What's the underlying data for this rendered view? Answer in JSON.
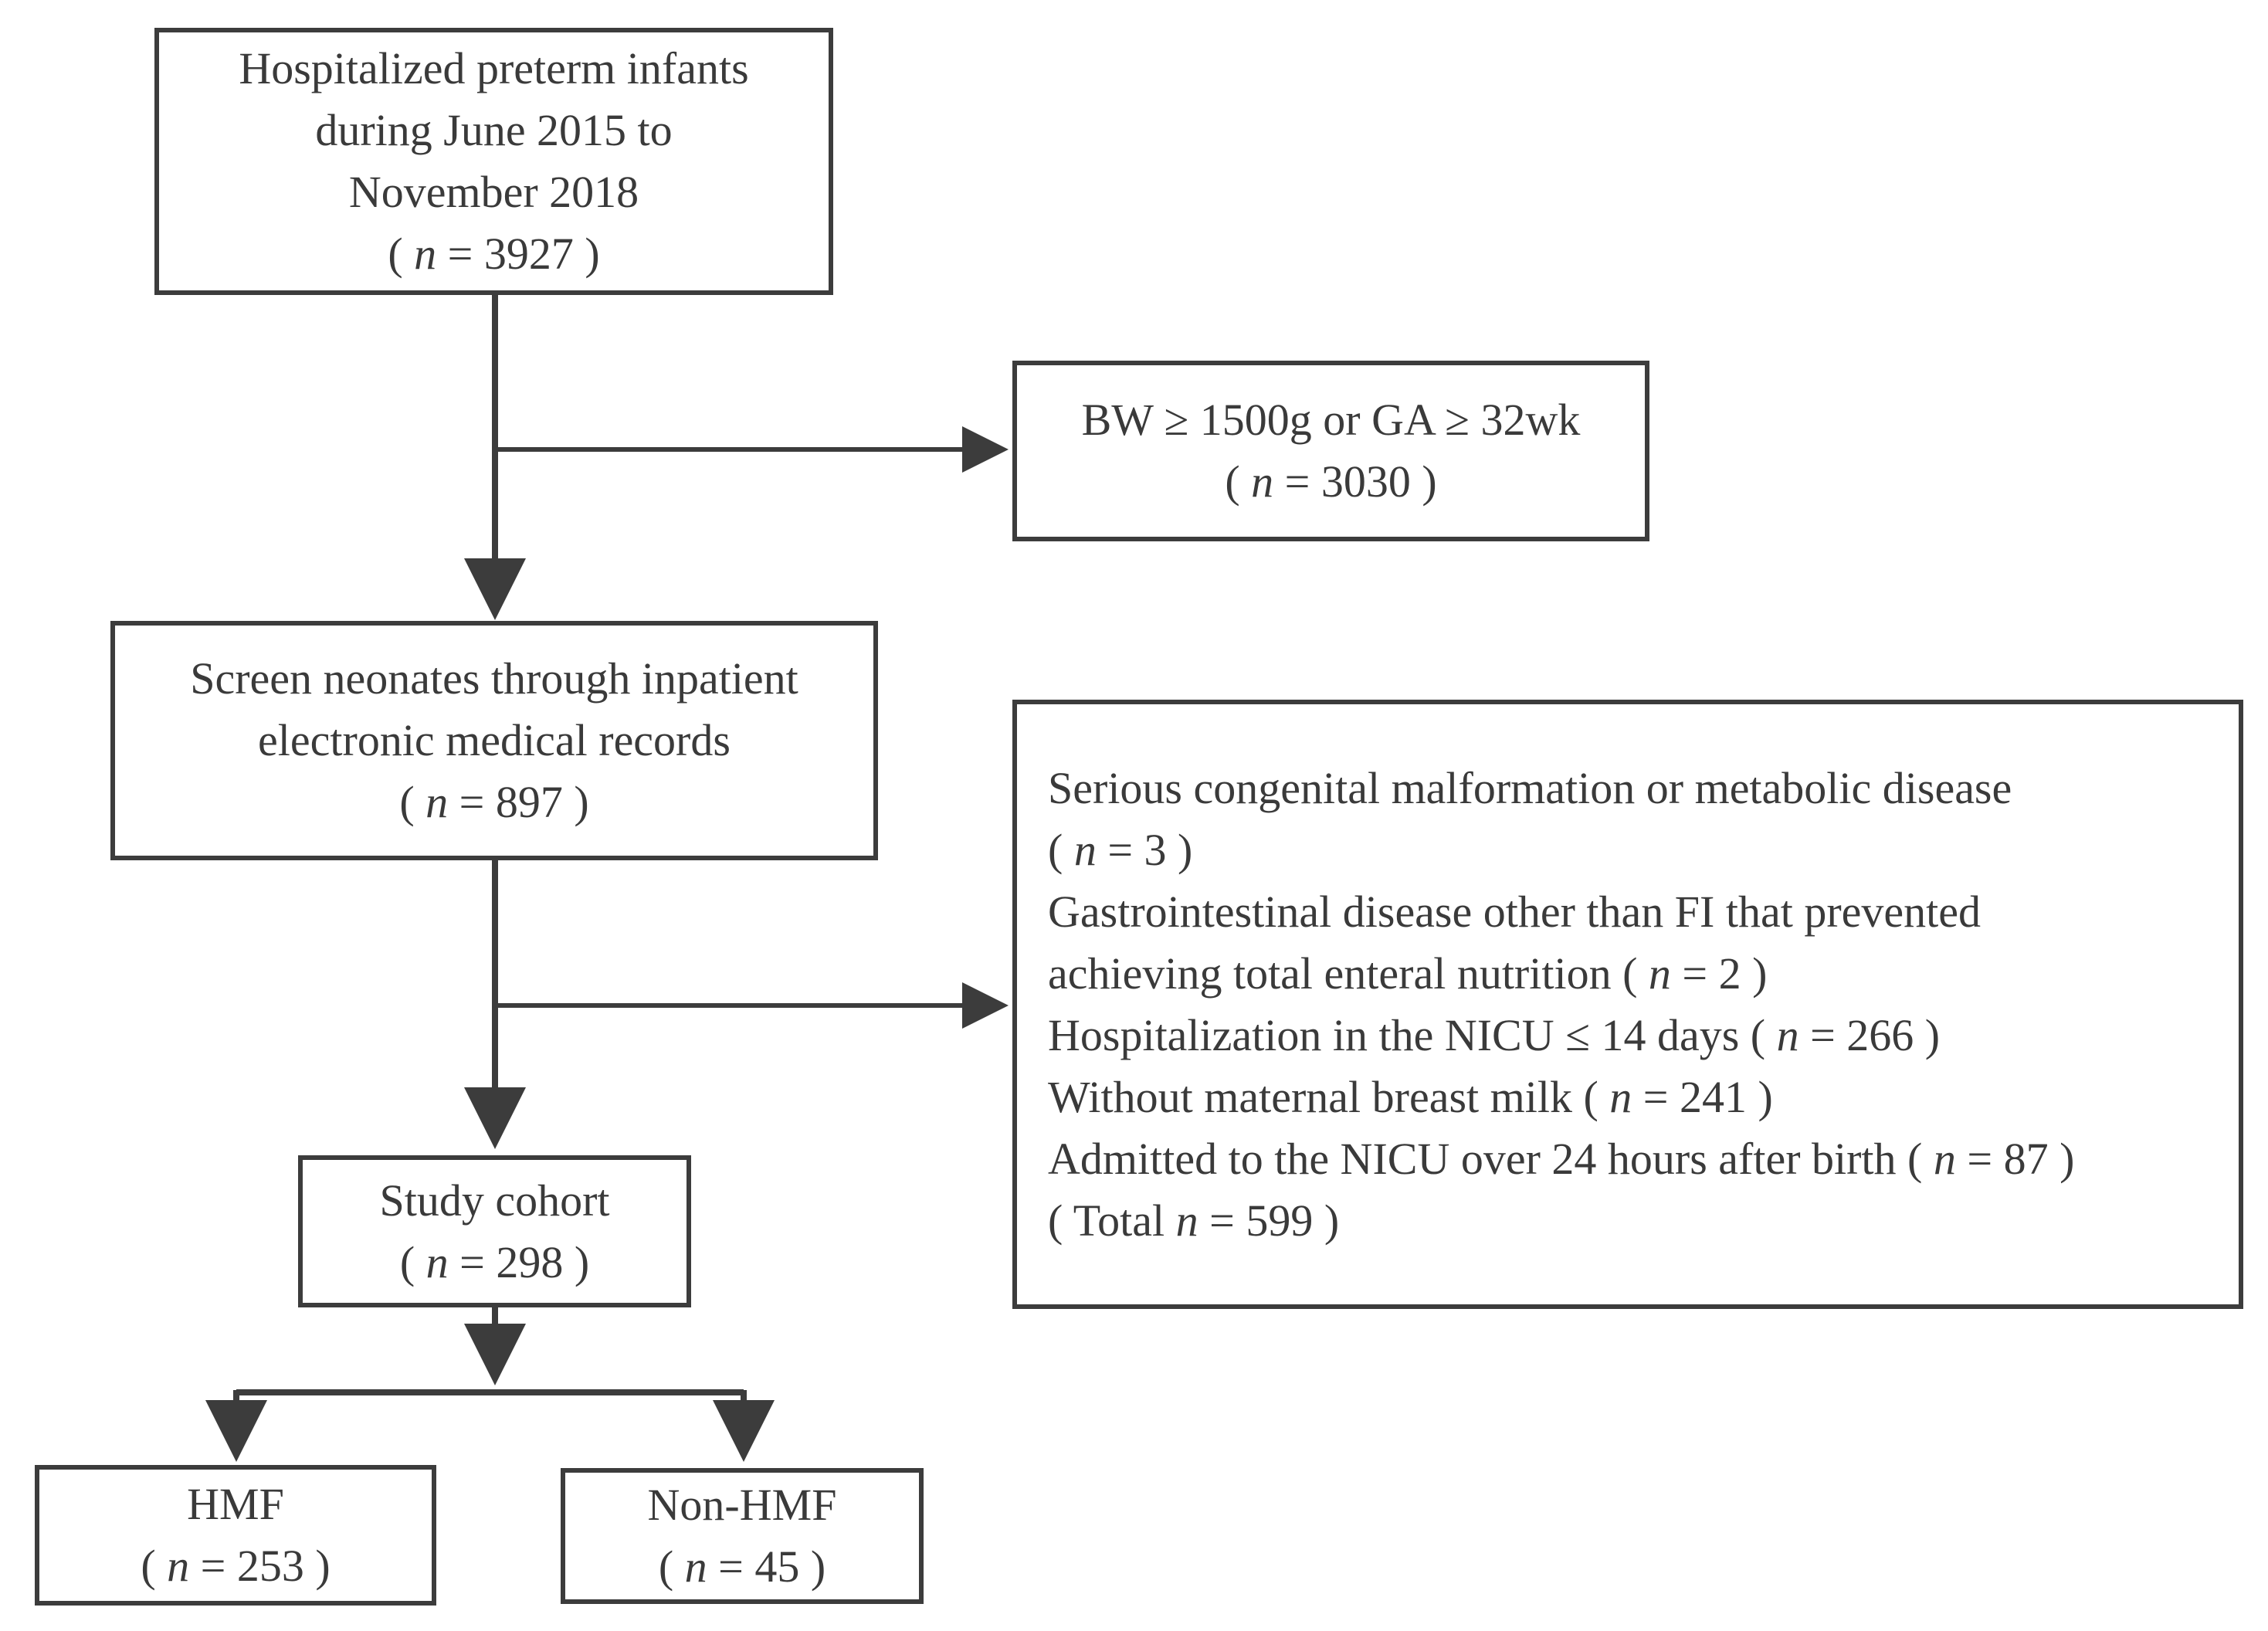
{
  "boxes": {
    "initial": {
      "lines": [
        "Hospitalized preterm infants",
        "during June 2015 to",
        "November 2018"
      ],
      "count_prefix": "( ",
      "n_symbol": "n",
      "count_suffix": " = 3927 )"
    },
    "exclusion1": {
      "line1": "BW ≥ 1500g or GA ≥ 32wk",
      "count_prefix": "( ",
      "n_symbol": "n",
      "count_suffix": " = 3030 )"
    },
    "screen": {
      "lines": [
        "Screen neonates through inpatient",
        "electronic medical records"
      ],
      "count_prefix": "( ",
      "n_symbol": "n",
      "count_suffix": " = 897 )"
    },
    "exclusion2": {
      "items": [
        {
          "pre": "Serious congenital malformation or metabolic disease",
          "n": "",
          "post": ""
        },
        {
          "pre": "( ",
          "n": "n",
          "post": " = 3 )"
        },
        {
          "pre": "Gastrointestinal disease other than FI that prevented",
          "n": "",
          "post": ""
        },
        {
          "pre": "achieving total enteral nutrition ( ",
          "n": "n",
          "post": " = 2 )"
        },
        {
          "pre": "Hospitalization in the NICU ≤ 14 days ( ",
          "n": "n",
          "post": " = 266 )"
        },
        {
          "pre": "Without maternal breast milk ( ",
          "n": "n",
          "post": " = 241 )"
        },
        {
          "pre": "Admitted to the NICU over 24 hours after birth ( ",
          "n": "n",
          "post": " = 87 )"
        },
        {
          "pre": "( Total ",
          "n": "n",
          "post": " = 599 )"
        }
      ]
    },
    "cohort": {
      "line1": "Study cohort",
      "count_prefix": "( ",
      "n_symbol": "n",
      "count_suffix": " = 298 )"
    },
    "hmf": {
      "line1": "HMF",
      "count_prefix": "( ",
      "n_symbol": "n",
      "count_suffix": " = 253 )"
    },
    "nonhmf": {
      "line1": "Non-HMF",
      "count_prefix": "( ",
      "n_symbol": "n",
      "count_suffix": " = 45 )"
    }
  },
  "colors": {
    "line": "#3c3c3c",
    "text": "#3a3a3a",
    "background": "#ffffff"
  }
}
